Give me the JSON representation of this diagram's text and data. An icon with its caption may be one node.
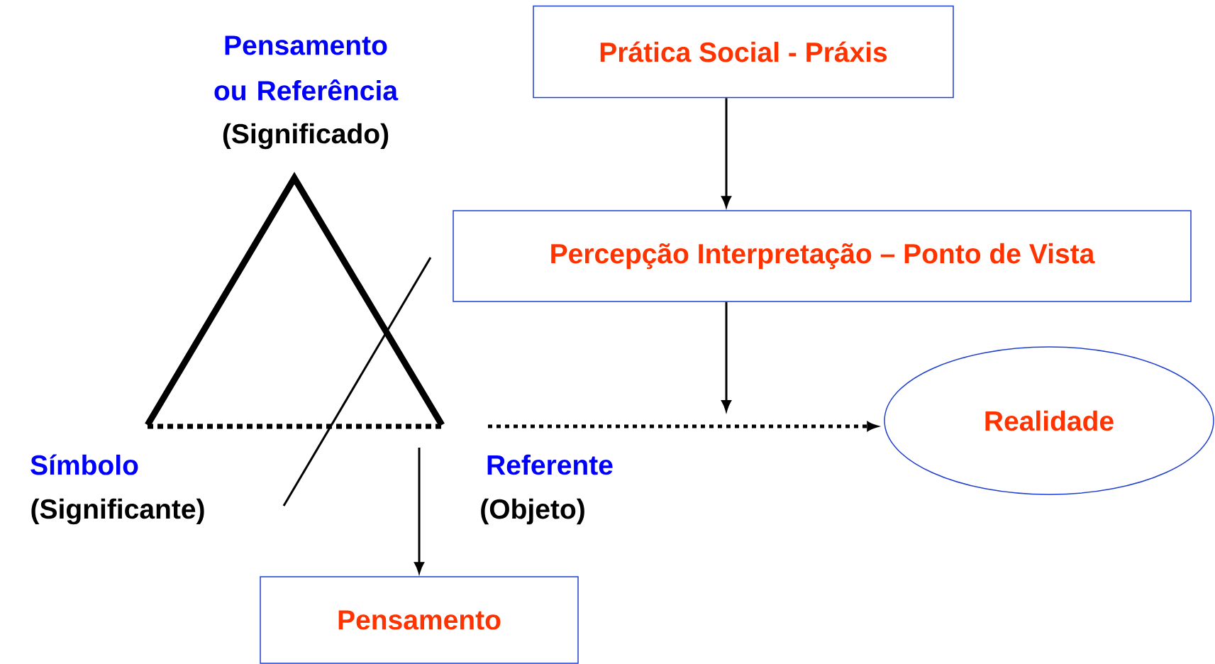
{
  "diagram": {
    "nodes": [
      {
        "text": [
          "Prática Social - Práxis"
        ]
      },
      {
        "text": [
          "Percepção Interpretação – Ponto de Vista"
        ]
      },
      {
        "text": [
          "Realidade"
        ]
      },
      {
        "text": [
          "Pensamento"
        ]
      }
    ],
    "edges": [
      {
        "from": 0,
        "to": 1,
        "arrow": "to"
      },
      {
        "from": 1,
        "to": null,
        "arrow": "to"
      },
      {
        "from": null,
        "to": 2,
        "arrow": "to",
        "style": "dashed"
      },
      {
        "from": null,
        "to": 3,
        "arrow": "to"
      }
    ],
    "labels": [
      "Pensamento ou Referência",
      "(Significado)",
      "Símbolo",
      "(Significante)",
      "Referente",
      "(Objeto)"
    ]
  }
}
